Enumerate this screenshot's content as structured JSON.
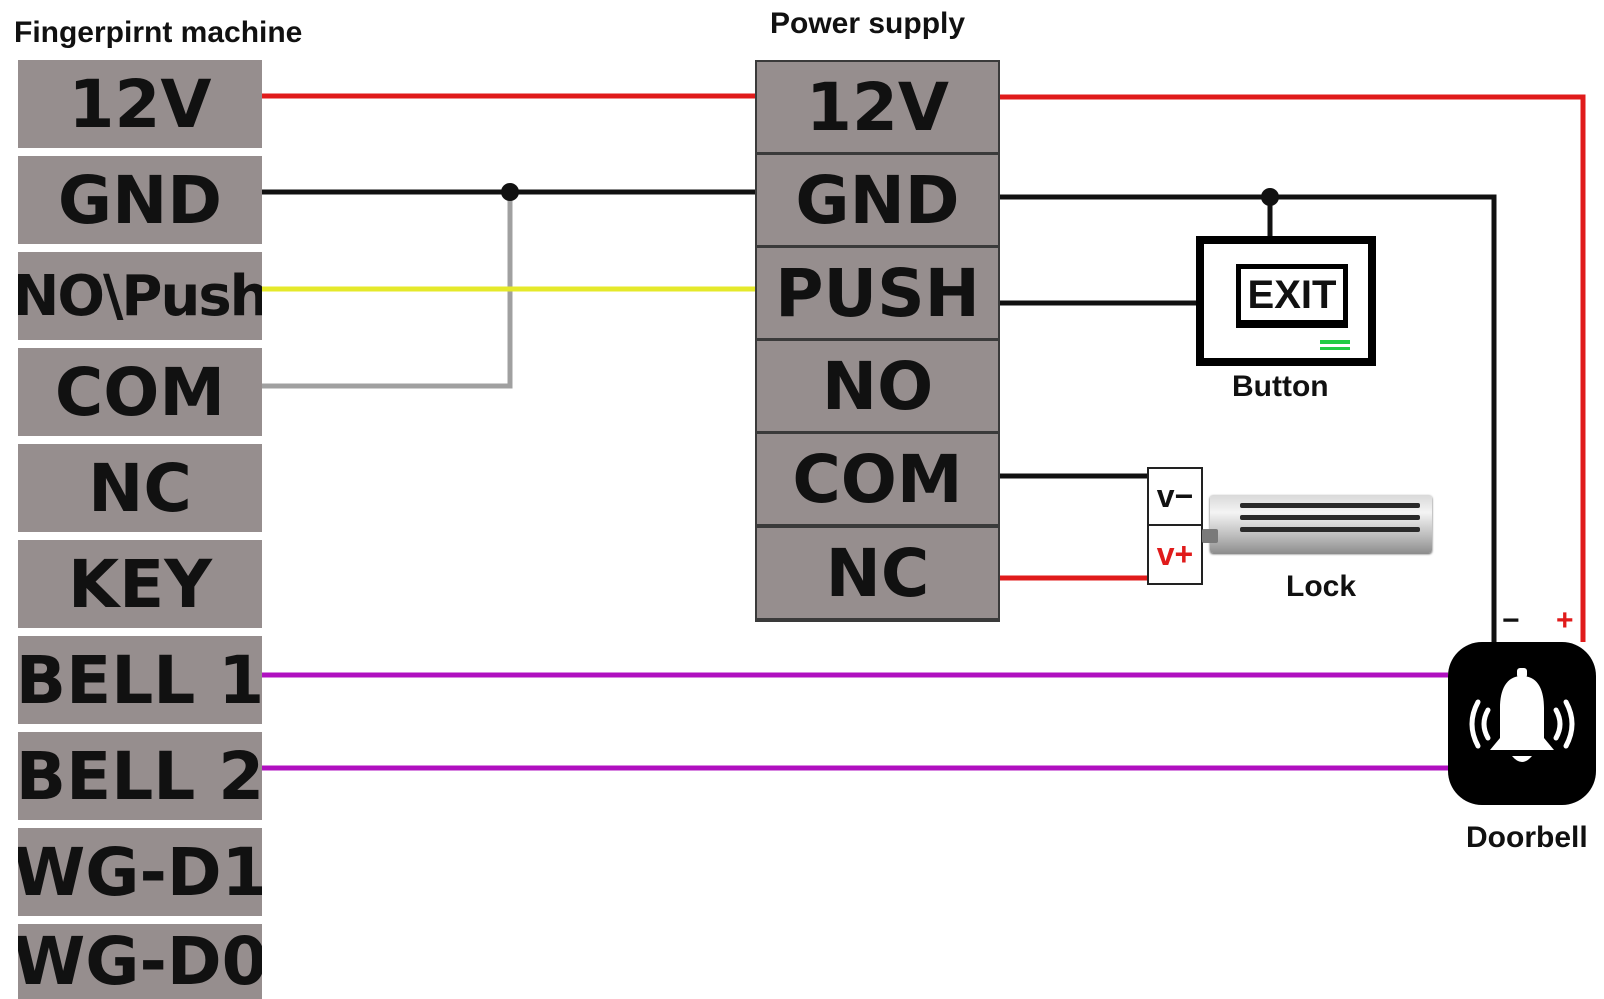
{
  "fingerprint_machine": {
    "title": "Fingerpirnt machine",
    "terminals": [
      {
        "label": "12V"
      },
      {
        "label": "GND"
      },
      {
        "label": "NO\\Push"
      },
      {
        "label": "COM"
      },
      {
        "label": "NC"
      },
      {
        "label": "KEY"
      },
      {
        "label": "BELL 1"
      },
      {
        "label": "BELL 2"
      },
      {
        "label": "WG-D1"
      },
      {
        "label": "WG-D0"
      }
    ]
  },
  "power_supply": {
    "title": "Power supply",
    "terminals": [
      {
        "label": "12V"
      },
      {
        "label": "GND"
      },
      {
        "label": "PUSH"
      },
      {
        "label": "NO"
      },
      {
        "label": "COM"
      },
      {
        "label": "NC"
      }
    ]
  },
  "exit_button": {
    "screen_text": "EXIT",
    "label": "Button"
  },
  "lock": {
    "terminal_minus": "v−",
    "terminal_plus": "v+",
    "label": "Lock"
  },
  "doorbell": {
    "label": "Doorbell",
    "minus": "−",
    "plus": "+"
  },
  "colors": {
    "terminal_fill": "#968e8e",
    "wire_power": "#e01b1b",
    "wire_ground": "#111111",
    "wire_push": "#e5e92a",
    "wire_com": "#a0a0a0",
    "wire_bell": "#b010c0"
  }
}
